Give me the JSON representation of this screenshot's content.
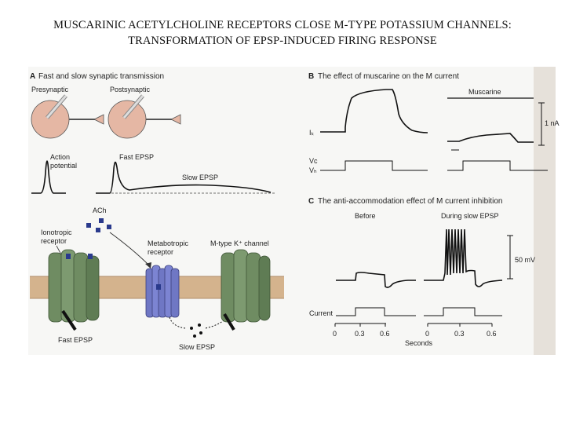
{
  "title": {
    "line1": "MUSCARINIC ACETYLCHOLINE RECEPTORS CLOSE M-TYPE POTASSIUM CHANNELS:",
    "line2": "TRANSFORMATION OF EPSP-INDUCED FIRING RESPONSE"
  },
  "panel_a": {
    "letter": "A",
    "heading": "Fast and slow synaptic transmission",
    "presynaptic": "Presynaptic",
    "postsynaptic": "Postsynaptic",
    "action_potential_1": "Action",
    "action_potential_2": "potential",
    "fast_epsp": "Fast EPSP",
    "slow_epsp": "Slow EPSP",
    "ach": "ACh",
    "ionotropic_1": "Ionotropic",
    "ionotropic_2": "receptor",
    "metabotropic_1": "Metabotropic",
    "metabotropic_2": "receptor",
    "mtype_channel": "M-type K⁺ channel",
    "fast_epsp_bottom": "Fast EPSP",
    "slow_epsp_bottom": "Slow EPSP"
  },
  "panel_b": {
    "letter": "B",
    "heading": "The effect of muscarine on the M current",
    "muscarine": "Muscarine",
    "ik": "Iₖ",
    "vc": "Vᴄ",
    "vh": "Vₕ",
    "scale": "1 nA"
  },
  "panel_c": {
    "letter": "C",
    "heading": "The anti-accommodation effect of M current inhibition",
    "before": "Before",
    "during": "During slow EPSP",
    "scale": "50 mV",
    "current": "Current",
    "ticks": [
      "0",
      "0.3",
      "0.6",
      "0",
      "0.3",
      "0.6"
    ],
    "xlabel": "Seconds"
  },
  "colors": {
    "channel_green": "#6f8c62",
    "receptor_blue": "#6f77c4",
    "membrane_tan": "#d4b38d",
    "ach_blue": "#2a3a8c"
  }
}
